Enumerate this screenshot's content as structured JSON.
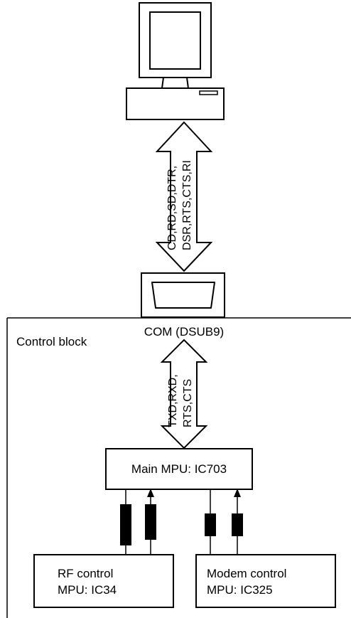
{
  "connector_label": "COM (DSUB9)",
  "block_label": "Control block",
  "bus_top": {
    "line1": "CD,RD,SD,DTR,",
    "line2": "DSR,RTS,CTS,RI"
  },
  "bus_bottom": {
    "line1": "TXD,RXD,",
    "line2": "RTS,CTS"
  },
  "main_mpu": "Main MPU: IC703",
  "rf_control": {
    "line1": "RF control",
    "line2": "MPU: IC34"
  },
  "modem_control": {
    "line1": "Modem control",
    "line2": "MPU: IC325"
  }
}
